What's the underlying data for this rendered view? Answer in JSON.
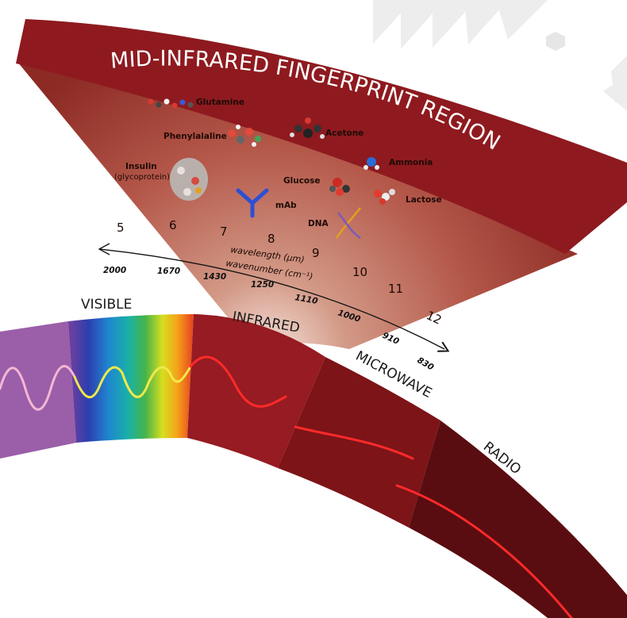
{
  "banner": {
    "title": "MID-INFRARED FINGERPRINT REGION"
  },
  "bands": {
    "visible": "VISIBLE",
    "infrared": "INFRARED",
    "microwave": "MICROWAVE",
    "radio": "RADIO"
  },
  "axis": {
    "wavelength_caption": "wavelength (μm)",
    "wavenumber_caption": "wavenumber (cm⁻¹)",
    "wavelength_ticks": [
      "5",
      "6",
      "7",
      "8",
      "9",
      "10",
      "11",
      "12"
    ],
    "wavenumber_ticks": [
      "2000",
      "1670",
      "1430",
      "1250",
      "1110",
      "1000",
      "910",
      "830"
    ]
  },
  "molecules": {
    "glutamine": "Glutamine",
    "phenylalanine": "Phenylalaline",
    "acetone": "Acetone",
    "ammonia": "Ammonia",
    "insulin": "Insulin",
    "insulin_sub": "(glycoprotein)",
    "glucose": "Glucose",
    "lactose": "Lactose",
    "mab": "mAb",
    "dna": "DNA"
  },
  "colors": {
    "banner": "#8e1a1f",
    "infrared": "#961b22",
    "microwave": "#7d1418",
    "radio": "#5a0d10",
    "visible_left": "#9a5fa8",
    "wave": "#ff2a2a"
  }
}
